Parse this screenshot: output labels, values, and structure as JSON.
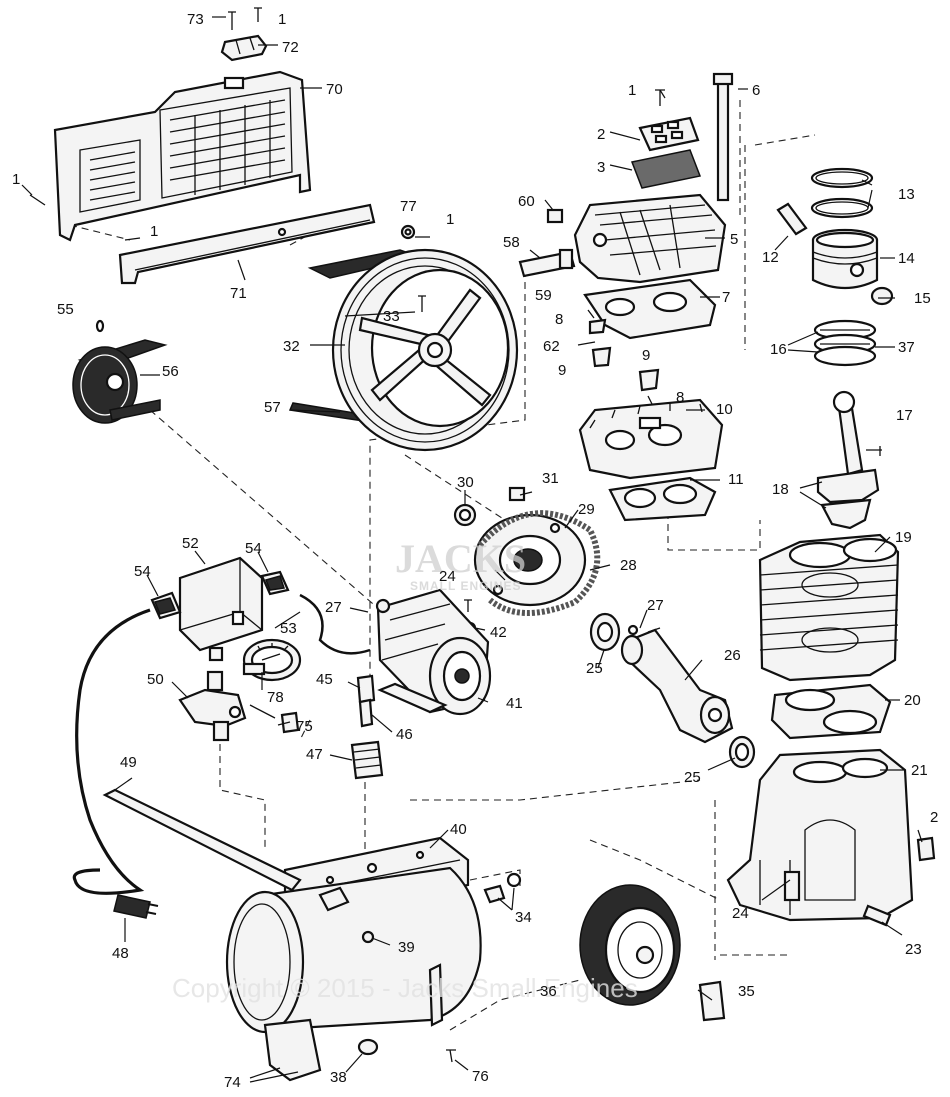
{
  "watermark": {
    "logo": "JACKS",
    "subtitle": "SMALL ENGINES",
    "copyright": "Copyright © 2015 - Jacks Small Engines"
  },
  "callouts": [
    {
      "id": "c73",
      "text": "73"
    },
    {
      "id": "c1a",
      "text": "1"
    },
    {
      "id": "c72",
      "text": "72"
    },
    {
      "id": "c70",
      "text": "70"
    },
    {
      "id": "c1b",
      "text": "1"
    },
    {
      "id": "c77",
      "text": "77"
    },
    {
      "id": "c1c",
      "text": "1"
    },
    {
      "id": "c1d",
      "text": "1"
    },
    {
      "id": "c71",
      "text": "71"
    },
    {
      "id": "c1e",
      "text": "1"
    },
    {
      "id": "c2",
      "text": "2"
    },
    {
      "id": "c3",
      "text": "3"
    },
    {
      "id": "c6",
      "text": "6"
    },
    {
      "id": "c60",
      "text": "60"
    },
    {
      "id": "c5",
      "text": "5"
    },
    {
      "id": "c58",
      "text": "58"
    },
    {
      "id": "c59",
      "text": "59"
    },
    {
      "id": "c7",
      "text": "7"
    },
    {
      "id": "c8a",
      "text": "8"
    },
    {
      "id": "c62",
      "text": "62"
    },
    {
      "id": "c9a",
      "text": "9"
    },
    {
      "id": "c9b",
      "text": "9"
    },
    {
      "id": "c8b",
      "text": "8"
    },
    {
      "id": "c10",
      "text": "10"
    },
    {
      "id": "c11",
      "text": "11"
    },
    {
      "id": "c13",
      "text": "13"
    },
    {
      "id": "c12",
      "text": "12"
    },
    {
      "id": "c14",
      "text": "14"
    },
    {
      "id": "c15",
      "text": "15"
    },
    {
      "id": "c16",
      "text": "16"
    },
    {
      "id": "c37",
      "text": "37"
    },
    {
      "id": "c17",
      "text": "17"
    },
    {
      "id": "c18",
      "text": "18"
    },
    {
      "id": "c19",
      "text": "19"
    },
    {
      "id": "c55",
      "text": "55"
    },
    {
      "id": "c56",
      "text": "56"
    },
    {
      "id": "c33",
      "text": "33"
    },
    {
      "id": "c32",
      "text": "32"
    },
    {
      "id": "c57",
      "text": "57"
    },
    {
      "id": "c30",
      "text": "30"
    },
    {
      "id": "c31",
      "text": "31"
    },
    {
      "id": "c29",
      "text": "29"
    },
    {
      "id": "c28",
      "text": "28"
    },
    {
      "id": "c24a",
      "text": "24"
    },
    {
      "id": "c52",
      "text": "52"
    },
    {
      "id": "c54a",
      "text": "54"
    },
    {
      "id": "c54b",
      "text": "54"
    },
    {
      "id": "c27a",
      "text": "27"
    },
    {
      "id": "c42",
      "text": "42"
    },
    {
      "id": "c27b",
      "text": "27"
    },
    {
      "id": "c53",
      "text": "53"
    },
    {
      "id": "c25a",
      "text": "25"
    },
    {
      "id": "c26",
      "text": "26"
    },
    {
      "id": "c20",
      "text": "20"
    },
    {
      "id": "c50",
      "text": "50"
    },
    {
      "id": "c78",
      "text": "78"
    },
    {
      "id": "c45",
      "text": "45"
    },
    {
      "id": "c41",
      "text": "41"
    },
    {
      "id": "c75",
      "text": "75"
    },
    {
      "id": "c46",
      "text": "46"
    },
    {
      "id": "c47",
      "text": "47"
    },
    {
      "id": "c25b",
      "text": "25"
    },
    {
      "id": "c21",
      "text": "21"
    },
    {
      "id": "c49",
      "text": "49"
    },
    {
      "id": "c40",
      "text": "40"
    },
    {
      "id": "c2b",
      "text": "2"
    },
    {
      "id": "c24b",
      "text": "24"
    },
    {
      "id": "c34",
      "text": "34"
    },
    {
      "id": "c23",
      "text": "23"
    },
    {
      "id": "c39",
      "text": "39"
    },
    {
      "id": "c48",
      "text": "48"
    },
    {
      "id": "c36",
      "text": "36"
    },
    {
      "id": "c35",
      "text": "35"
    },
    {
      "id": "c74",
      "text": "74"
    },
    {
      "id": "c38",
      "text": "38"
    },
    {
      "id": "c76",
      "text": "76"
    }
  ]
}
